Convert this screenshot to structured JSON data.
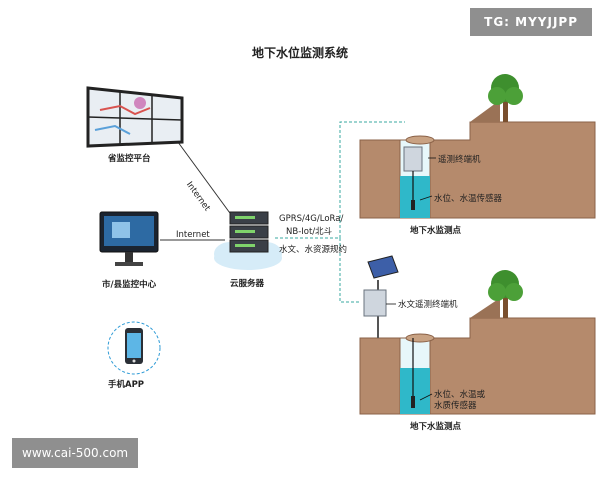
{
  "title": "地下水位监测系统",
  "watermarks": {
    "tg": "TG: MYYJJPP",
    "url": "www.cai-500.com"
  },
  "nodes": {
    "province": "省监控平台",
    "city": "市/县监控中心",
    "app": "手机APP",
    "cloud": "云服务器",
    "site1": "地下水监测点",
    "site2": "地下水监测点"
  },
  "links": {
    "internet_top": "Internet",
    "internet_left": "Internet",
    "protocol_line1": "GPRS/4G/LoRa/",
    "protocol_line2": "NB-Iot/北斗",
    "protocol_line3": "水文、水资源规约"
  },
  "devices": {
    "terminal1": "遥测终端机",
    "sensor1": "水位、水温传感器",
    "terminal2": "水文遥测终端机",
    "sensor2_line1": "水位、水温或",
    "sensor2_line2": "水质传感器"
  },
  "colors": {
    "soil": "#b58a6c",
    "water": "#2fb8c9",
    "dash": "#3aa9a0",
    "tree": "#3e8f2e"
  }
}
